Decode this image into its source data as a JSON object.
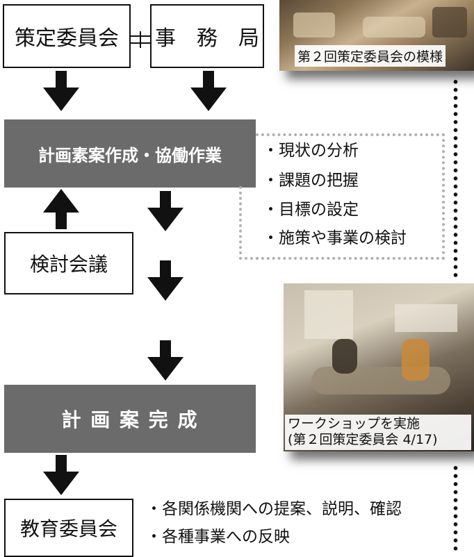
{
  "boxes": {
    "committee": "策定委員会",
    "secretariat": "事　務　局",
    "planning": "計画素案作成・協働作業",
    "review": "検討会議",
    "complete": "計 画 案 完 成",
    "board": "教育委員会"
  },
  "notes": [
    "・現状の分析",
    "・課題の把握",
    "・目標の設定",
    "・施策や事業の検討"
  ],
  "bottom_notes": [
    "・各関係機関への提案、説明、確認",
    "・各種事業への反映"
  ],
  "photos": {
    "top_caption": "第２回策定委員会の模様",
    "workshop_caption_line1": "ワークショップを実施",
    "workshop_caption_line2": "(第２回策定委員会 4/17)"
  },
  "colors": {
    "process_fill": "#6b6b6b",
    "note_border": "#b0b0b0"
  }
}
